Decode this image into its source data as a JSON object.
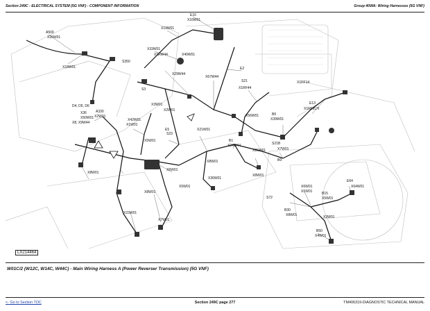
{
  "header": {
    "left": "Section 249C - ELECTRICAL SYSTEM (5G VNF) - COMPONENT INFORMATION",
    "right": "Group 40WA: Wiring Harnesses (5G VNF)"
  },
  "reference_id": "LX214464",
  "caption": "W01C/2 (W12C, W14C, W44C) - Main Wiring Harness A (Power Reverser Transmission) (5G VNF)",
  "footer": {
    "toc_link": "<- Go to Section TOC",
    "center": "Section 249C page 277",
    "right": "TM406319-DIAGNOSTIC TECHNICAL MANUAL"
  },
  "callouts": [
    "A500",
    "X26W01",
    "E16",
    "X16W01",
    "X19W01",
    "X33W01",
    "X1RW44",
    "X40W01",
    "X18W01",
    "S350",
    "X29W44",
    "X67W44",
    "E2",
    "S3",
    "X3W01",
    "X2W01",
    "S21",
    "X1RF44",
    "X1RF14",
    "E13",
    "X1RF2LH",
    "B6",
    "X39W01",
    "X56W01",
    "X36",
    "X50W01",
    "A330",
    "X2W01",
    "X42W01",
    "X1W01",
    "E5",
    "S23",
    "X5W01",
    "X21W01",
    "B1",
    "X24W44",
    "X26W01",
    "X8W01",
    "X6W01",
    "X8W01",
    "X23W01",
    "X8W01",
    "X36W01",
    "X7W01",
    "X8W01",
    "X7W01",
    "S21B",
    "B9",
    "E64",
    "X64W01",
    "B15",
    "X5W01",
    "X6W01",
    "X1W01",
    "X3W01",
    "S72",
    "B30",
    "X8W01",
    "B50",
    "X4W01",
    "X5W01",
    "D4, D5, D6",
    "X8, X9W44"
  ]
}
